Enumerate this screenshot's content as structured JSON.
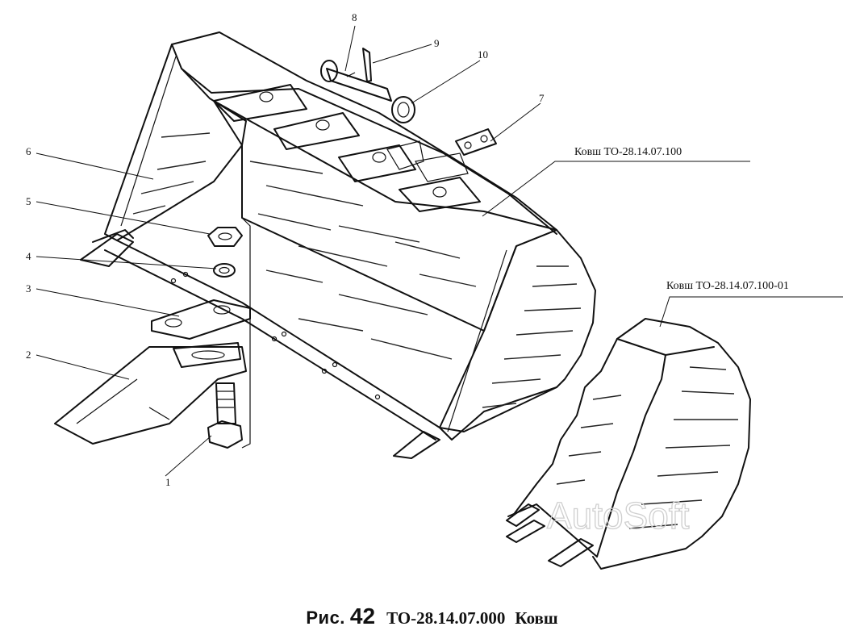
{
  "callouts": [
    {
      "id": "1",
      "label": "1"
    },
    {
      "id": "2",
      "label": "2"
    },
    {
      "id": "3",
      "label": "3"
    },
    {
      "id": "4",
      "label": "4"
    },
    {
      "id": "5",
      "label": "5"
    },
    {
      "id": "6",
      "label": "6"
    },
    {
      "id": "7",
      "label": "7"
    },
    {
      "id": "8",
      "label": "8"
    },
    {
      "id": "9",
      "label": "9"
    },
    {
      "id": "10",
      "label": "10"
    }
  ],
  "labels": {
    "main_bucket": "Ковш ТО-28.14.07.100",
    "alt_bucket": "Ковш ТО-28.14.07.100-01"
  },
  "watermark": "AutoSoft",
  "caption": {
    "prefix": "Рис.",
    "number": "42",
    "code": "ТО-28.14.07.000",
    "title": "Ковш"
  }
}
